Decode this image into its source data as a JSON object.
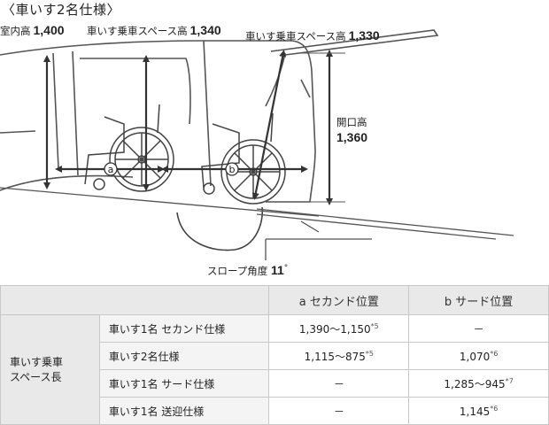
{
  "title": "〈車いす2名仕様〉",
  "dimensions": {
    "room_height": {
      "label": "室内高",
      "value": "1,400"
    },
    "seat2_height": {
      "label": "車いす乗車スペース高",
      "value": "1,340"
    },
    "seat3_height": {
      "label": "車いす乗車スペース高",
      "value": "1,330"
    },
    "opening_height": {
      "label": "開口高",
      "value": "1,360"
    }
  },
  "markers": {
    "a": "a",
    "b": "b"
  },
  "slope": {
    "label": "スロープ角度",
    "value": "11",
    "unit": "°"
  },
  "table": {
    "headers": [
      "a セカンド位置",
      "b サード位置"
    ],
    "group_label_line1": "車いす乗車",
    "group_label_line2": "スペース長",
    "rows": [
      {
        "label": "車いす1名 セカンド仕様",
        "a": "1,390～1,150",
        "a_note": "*5",
        "b": "－",
        "b_note": ""
      },
      {
        "label": "車いす2名仕様",
        "a": "1,115～875",
        "a_note": "*5",
        "b": "1,070",
        "b_note": "*6"
      },
      {
        "label": "車いす1名 サード仕様",
        "a": "－",
        "a_note": "",
        "b": "1,285～945",
        "b_note": "*7"
      },
      {
        "label": "車いす1名 送迎仕様",
        "a": "－",
        "a_note": "",
        "b": "1,145",
        "b_note": "*6"
      }
    ]
  }
}
